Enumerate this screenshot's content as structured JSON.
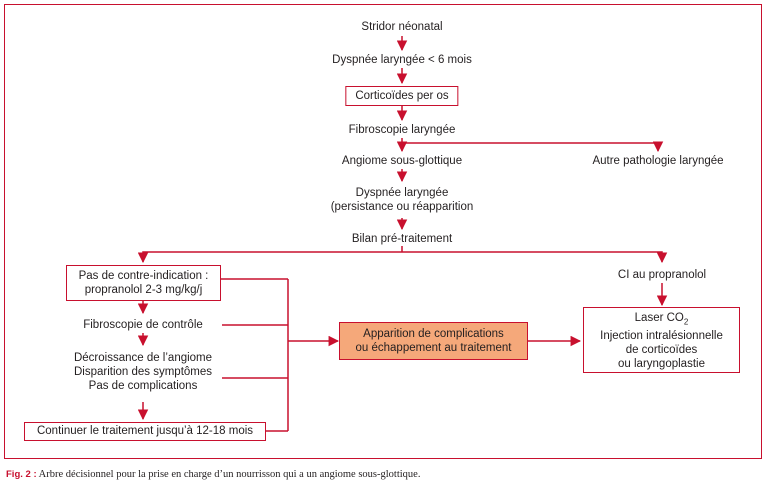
{
  "diagram": {
    "nodes": {
      "stridor": "Stridor néonatal",
      "dyspnee": "Dyspnée laryngée < 6 mois",
      "corticoides": "Corticoïdes per os",
      "fibroscopie": "Fibroscopie laryngée",
      "angiome": "Angiome sous-glottique",
      "autre": "Autre pathologie laryngée",
      "dyspnee2_line1": "Dyspnée laryngée",
      "dyspnee2_line2": "(persistance ou réapparition",
      "bilan": "Bilan pré-traitement",
      "pas_ci_line1": "Pas de contre-indication :",
      "pas_ci_line2": "propranolol 2-3 mg/kg/j",
      "ci_propranolol": "CI au propranolol",
      "fibro_controle": "Fibroscopie de contrôle",
      "decroissance_line1": "Décroissance de l’angiome",
      "decroissance_line2": "Disparition des symptômes",
      "decroissance_line3": "Pas de complications",
      "continuer": "Continuer le traitement jusqu’à 12-18 mois",
      "complications_line1": "Apparition de complications",
      "complications_line2": "ou échappement au traitement",
      "laser_line1": "Laser CO",
      "laser_sub": "2",
      "laser_line2": "Injection intralésionnelle",
      "laser_line3": "de corticoïdes",
      "laser_line4": "ou laryngoplastie"
    },
    "colors": {
      "accent": "#c8102e",
      "highlight": "#f5a87a"
    }
  },
  "caption": {
    "label": "Fig. 2 :",
    "text": "Arbre décisionnel pour la prise en charge d’un nourrisson qui a un angiome sous-glottique."
  }
}
